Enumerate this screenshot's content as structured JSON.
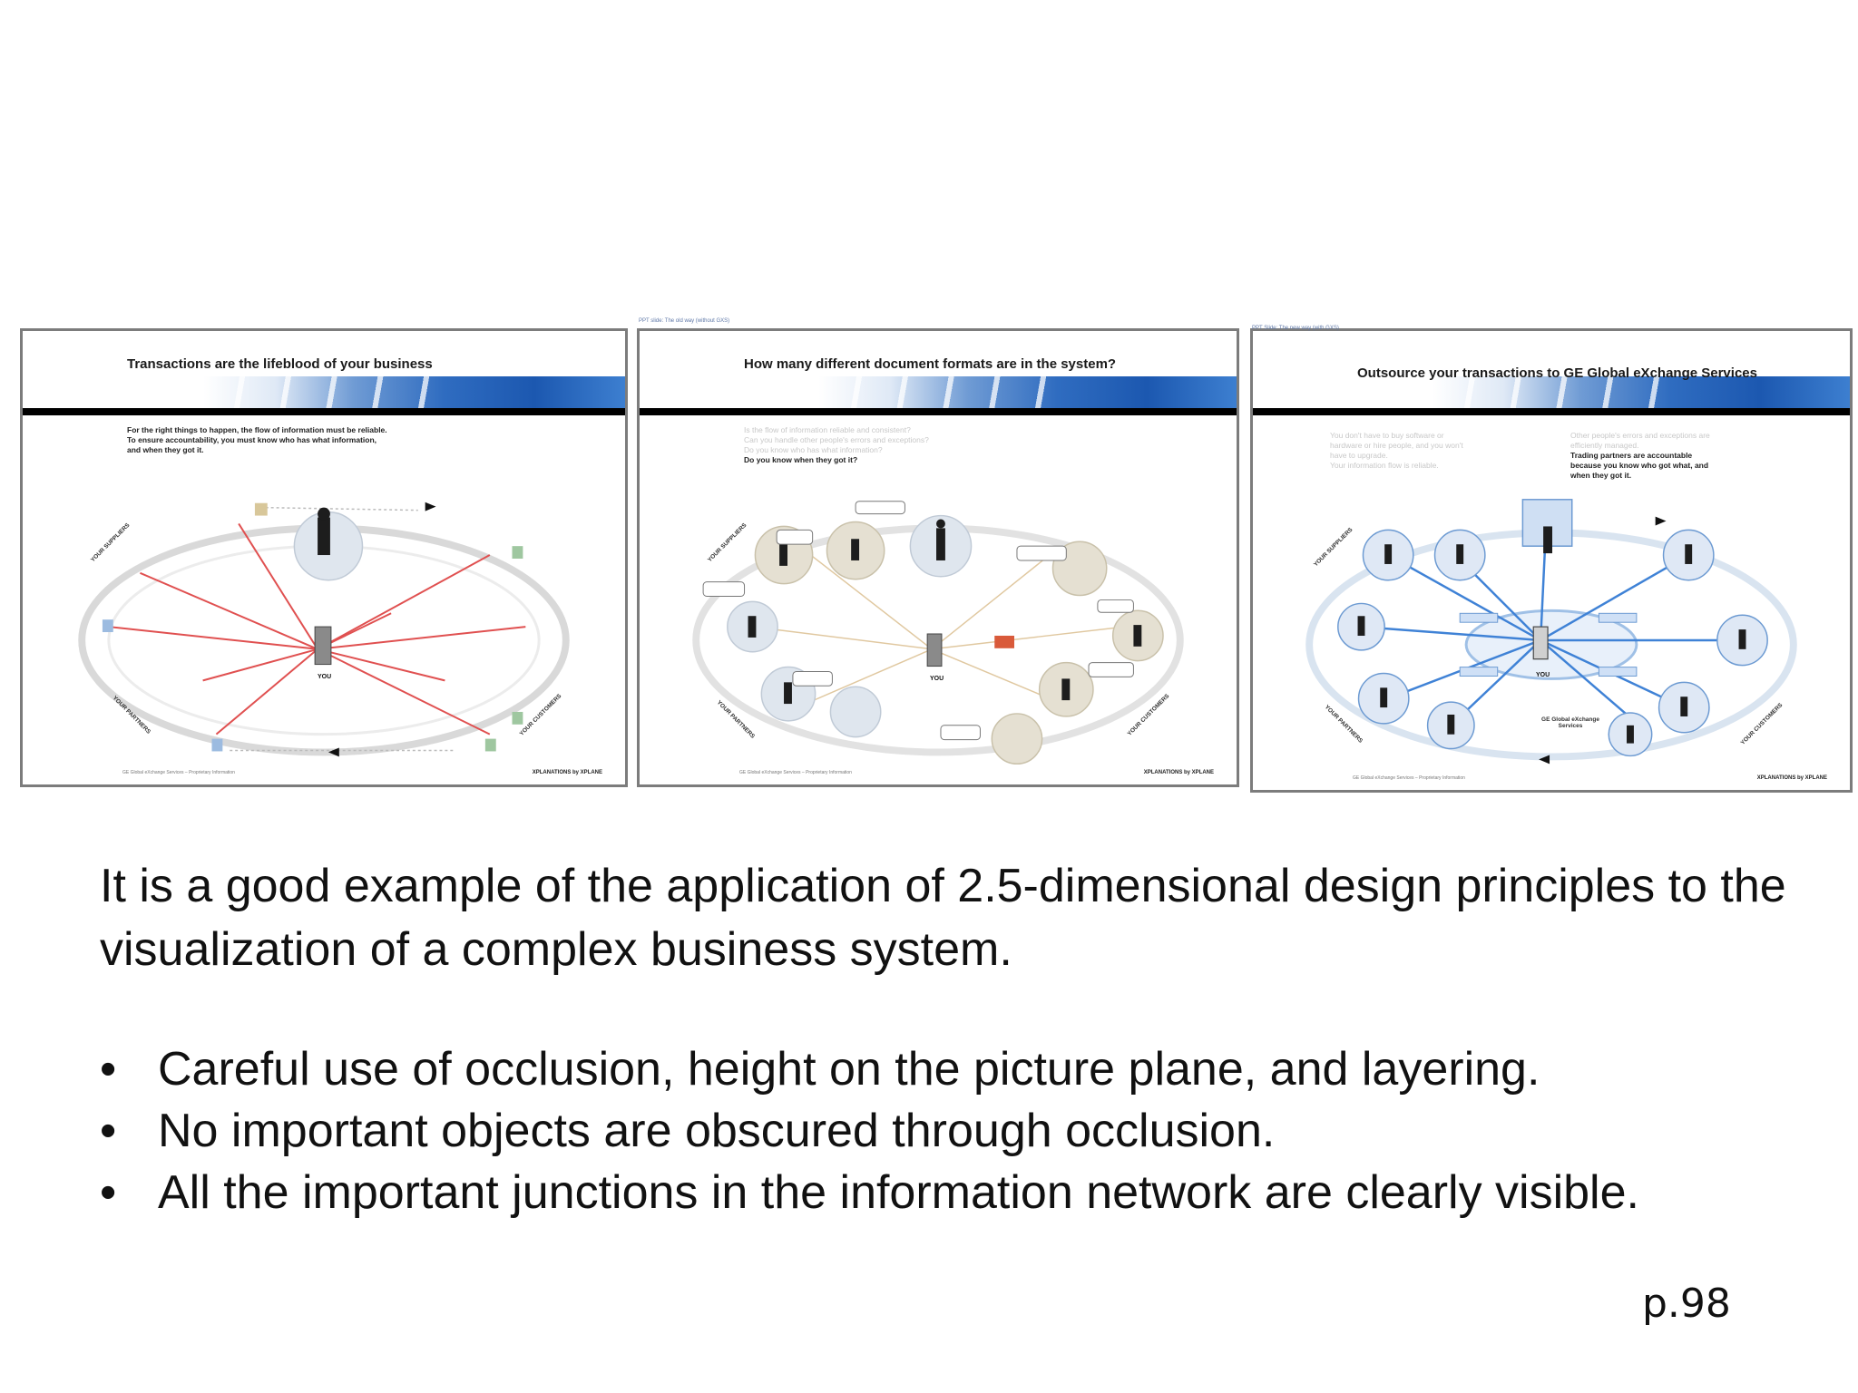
{
  "slides": [
    {
      "pretitle": "",
      "title": "Transactions are the lifeblood of your business",
      "intro": "For the right things to happen, the flow of information must be reliable.\nTo ensure accountability, you must know who has what information,\nand when they got it.",
      "you_label": "YOU",
      "ring_labels": [
        "YOUR SUPPLIERS",
        "YOUR PARTNERS",
        "YOUR CUSTOMERS"
      ],
      "footer_left": "GE Global eXchange Services – Proprietary Information",
      "footer_right": "XPLANATIONS by XPLANE"
    },
    {
      "pretitle": "PPT slide: The old way (without GXS)",
      "title": "How many different document formats are in the system?",
      "intro_faded": "Is the flow of information reliable and consistent?\nCan you handle other people's errors and exceptions?\nDo you know who has what information?",
      "intro": "Do you know when they got it?",
      "you_label": "YOU",
      "ring_labels": [
        "YOUR SUPPLIERS",
        "YOUR PARTNERS",
        "YOUR CUSTOMERS"
      ],
      "footer_left": "GE Global eXchange Services – Proprietary Information",
      "footer_right": "XPLANATIONS by XPLANE"
    },
    {
      "pretitle": "PPT Slide: The new way (with GXS)",
      "title": "Outsource your transactions to GE Global eXchange Services",
      "intro_faded": "You don't have to buy software or\nhardware or hire people, and you won't\nhave to upgrade.\nYour information flow is reliable.",
      "intro": "Trading partners are accountable\nbecause you know who got what, and\nwhen they got it.",
      "intro_faded_right": "Other people's errors and exceptions are\nefficiently managed.",
      "you_label": "YOU",
      "ge_label": "GE Global eXchange\nServices",
      "ring_labels": [
        "YOUR SUPPLIERS",
        "YOUR PARTNERS",
        "YOUR CUSTOMERS"
      ],
      "footer_left": "GE Global eXchange Services – Proprietary Information",
      "footer_right": "XPLANATIONS by XPLANE"
    }
  ],
  "caption": "It is a good example of the application of 2.5-dimensional design principles to the visualization of a complex business system.",
  "bullets": [
    "Careful use of occlusion, height on the picture plane, and layering.",
    "No important objects are obscured through occlusion.",
    "All the important junctions in the information network are clearly visible."
  ],
  "bullet_glyph": "•",
  "page_number": "p.98",
  "colors": {
    "flow_red": "#e05050",
    "flow_blue": "#3f82d6",
    "ring": "#d9d9d9",
    "frame": "#7c7c7c"
  }
}
